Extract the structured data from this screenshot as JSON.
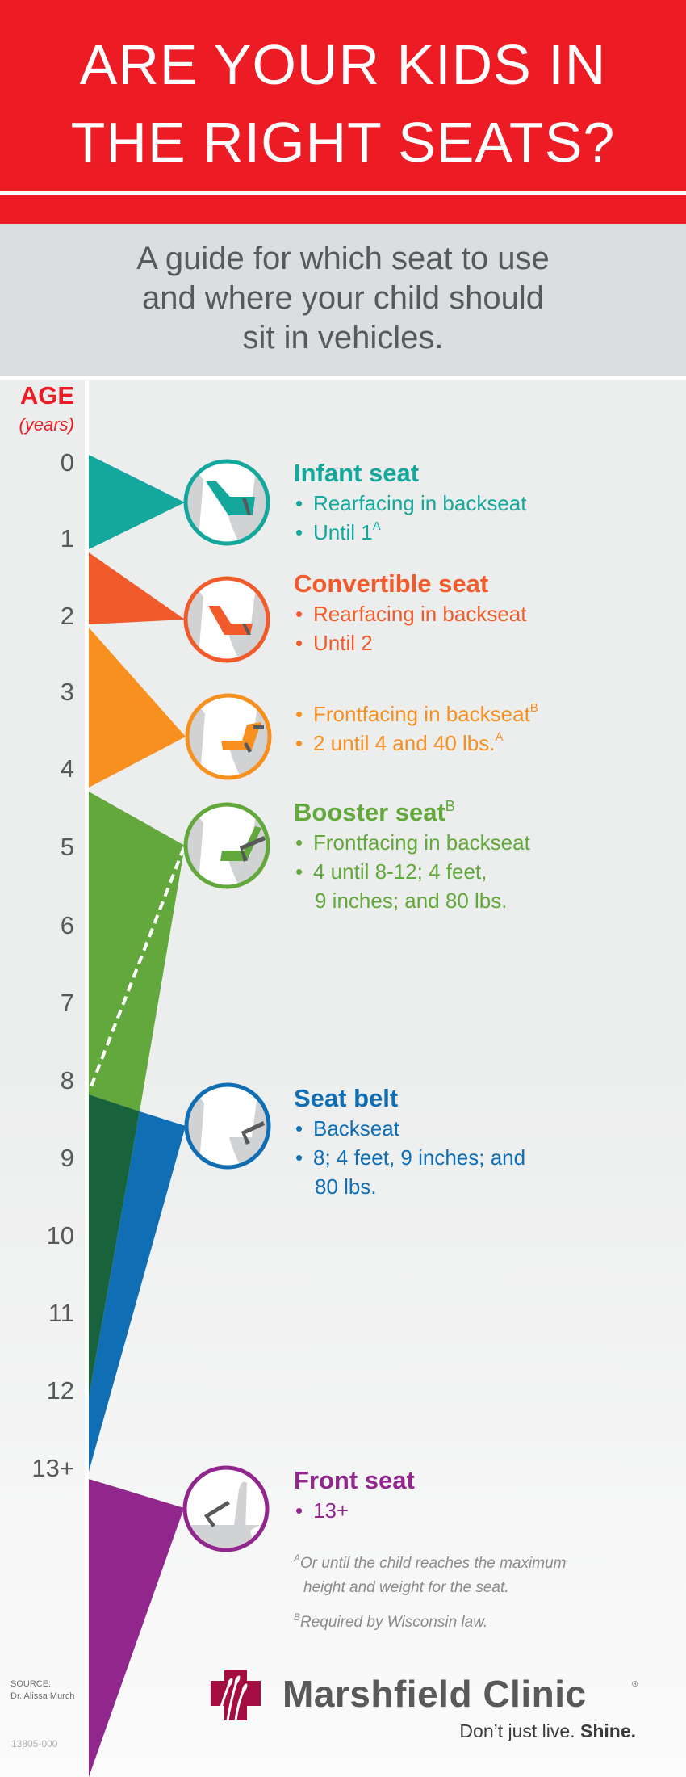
{
  "header": {
    "title_lines": [
      "ARE YOUR KIDS IN",
      "THE RIGHT SEATS?"
    ],
    "subtitle_lines": [
      "A guide for which seat to use",
      "and where your child should",
      "sit in vehicles."
    ]
  },
  "axis": {
    "label": "AGE",
    "unit": "(years)",
    "ticks": [
      "0",
      "1",
      "2",
      "3",
      "4",
      "5",
      "6",
      "7",
      "8",
      "9",
      "10",
      "11",
      "12",
      "13+"
    ]
  },
  "stages": [
    {
      "title": "Infant seat",
      "title_sup": "",
      "color": "#14a89d",
      "icon": "rear-facing-infant-seat-icon",
      "bullets": [
        {
          "text": "Rearfacing in backseat",
          "sup": "",
          "cont": ""
        },
        {
          "text": "Until 1",
          "sup": "A",
          "cont": ""
        }
      ]
    },
    {
      "title": "Convertible seat",
      "title_sup": "",
      "color": "#f15a2b",
      "icon": "rear-facing-convertible-seat-icon",
      "bullets": [
        {
          "text": "Rearfacing in backseat",
          "sup": "",
          "cont": ""
        },
        {
          "text": "Until 2",
          "sup": "",
          "cont": ""
        }
      ]
    },
    {
      "title": "",
      "title_sup": "",
      "color": "#f7901e",
      "icon": "front-facing-convertible-seat-icon",
      "bullets": [
        {
          "text": "Frontfacing in backseat",
          "sup": "B",
          "cont": ""
        },
        {
          "text": "2 until 4 and 40 lbs.",
          "sup": "A",
          "cont": ""
        }
      ]
    },
    {
      "title": "Booster seat",
      "title_sup": "B",
      "color": "#63a83c",
      "icon": "booster-seat-icon",
      "bullets": [
        {
          "text": "Frontfacing in backseat",
          "sup": "",
          "cont": ""
        },
        {
          "text": "4 until 8-12; 4 feet,",
          "sup": "",
          "cont": "9 inches; and 80 lbs."
        }
      ]
    },
    {
      "title": "Seat belt",
      "title_sup": "",
      "color": "#106eb4",
      "icon": "seat-belt-icon",
      "bullets": [
        {
          "text": "Backseat",
          "sup": "",
          "cont": ""
        },
        {
          "text": "8; 4 feet, 9 inches; and",
          "sup": "",
          "cont": "80 lbs."
        }
      ]
    },
    {
      "title": "Front seat",
      "title_sup": "",
      "color": "#91278d",
      "icon": "front-seat-icon",
      "bullets": [
        {
          "text": "13+",
          "sup": "",
          "cont": ""
        }
      ]
    }
  ],
  "footnotes": {
    "a_mark": "A",
    "a_text": "Or until the child reaches the maximum",
    "a_cont": "height and weight for the seat.",
    "b_mark": "B",
    "b_text": "Required by Wisconsin law."
  },
  "source": {
    "label": "SOURCE:",
    "name": "Dr. Alissa Murch",
    "code": "13805-000"
  },
  "brand": {
    "name": "Marshfield Clinic",
    "registered": "®",
    "tagline_regular": "Don’t just live. ",
    "tagline_bold": "Shine."
  },
  "colors": {
    "header_red": "#ed1c24",
    "subtitle_band": "#dcdddf",
    "teal": "#14a89d",
    "red_orange": "#f15a2b",
    "orange": "#f7901e",
    "green": "#63a83c",
    "dark_green": "#19633c",
    "blue": "#106eb4",
    "purple": "#91278d",
    "logo_crimson": "#a50c42"
  }
}
